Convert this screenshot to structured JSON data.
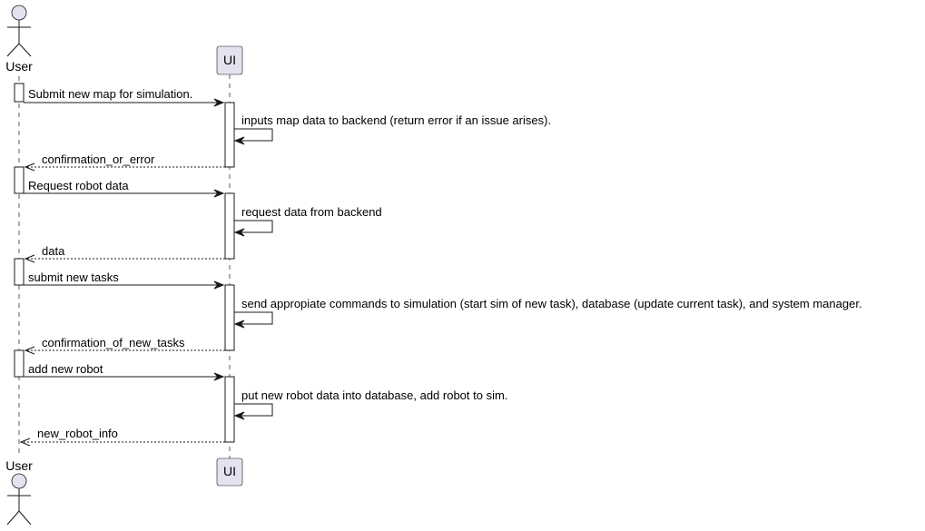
{
  "participants": {
    "user": "User",
    "ui": "UI"
  },
  "messages": [
    "Submit new map for simulation.",
    "inputs map data to backend (return error if an issue arises).",
    "confirmation_or_error",
    "Request robot data",
    "request data from backend",
    "data",
    "submit new tasks",
    "send appropiate commands to simulation (start sim of new task), database (update current task), and system manager.",
    "confirmation_of_new_tasks",
    "add new robot",
    "put new robot data into database, add robot to sim.",
    "new_robot_info"
  ],
  "colors": {
    "participant_fill": "#E2E2F0",
    "line": "#181818"
  }
}
